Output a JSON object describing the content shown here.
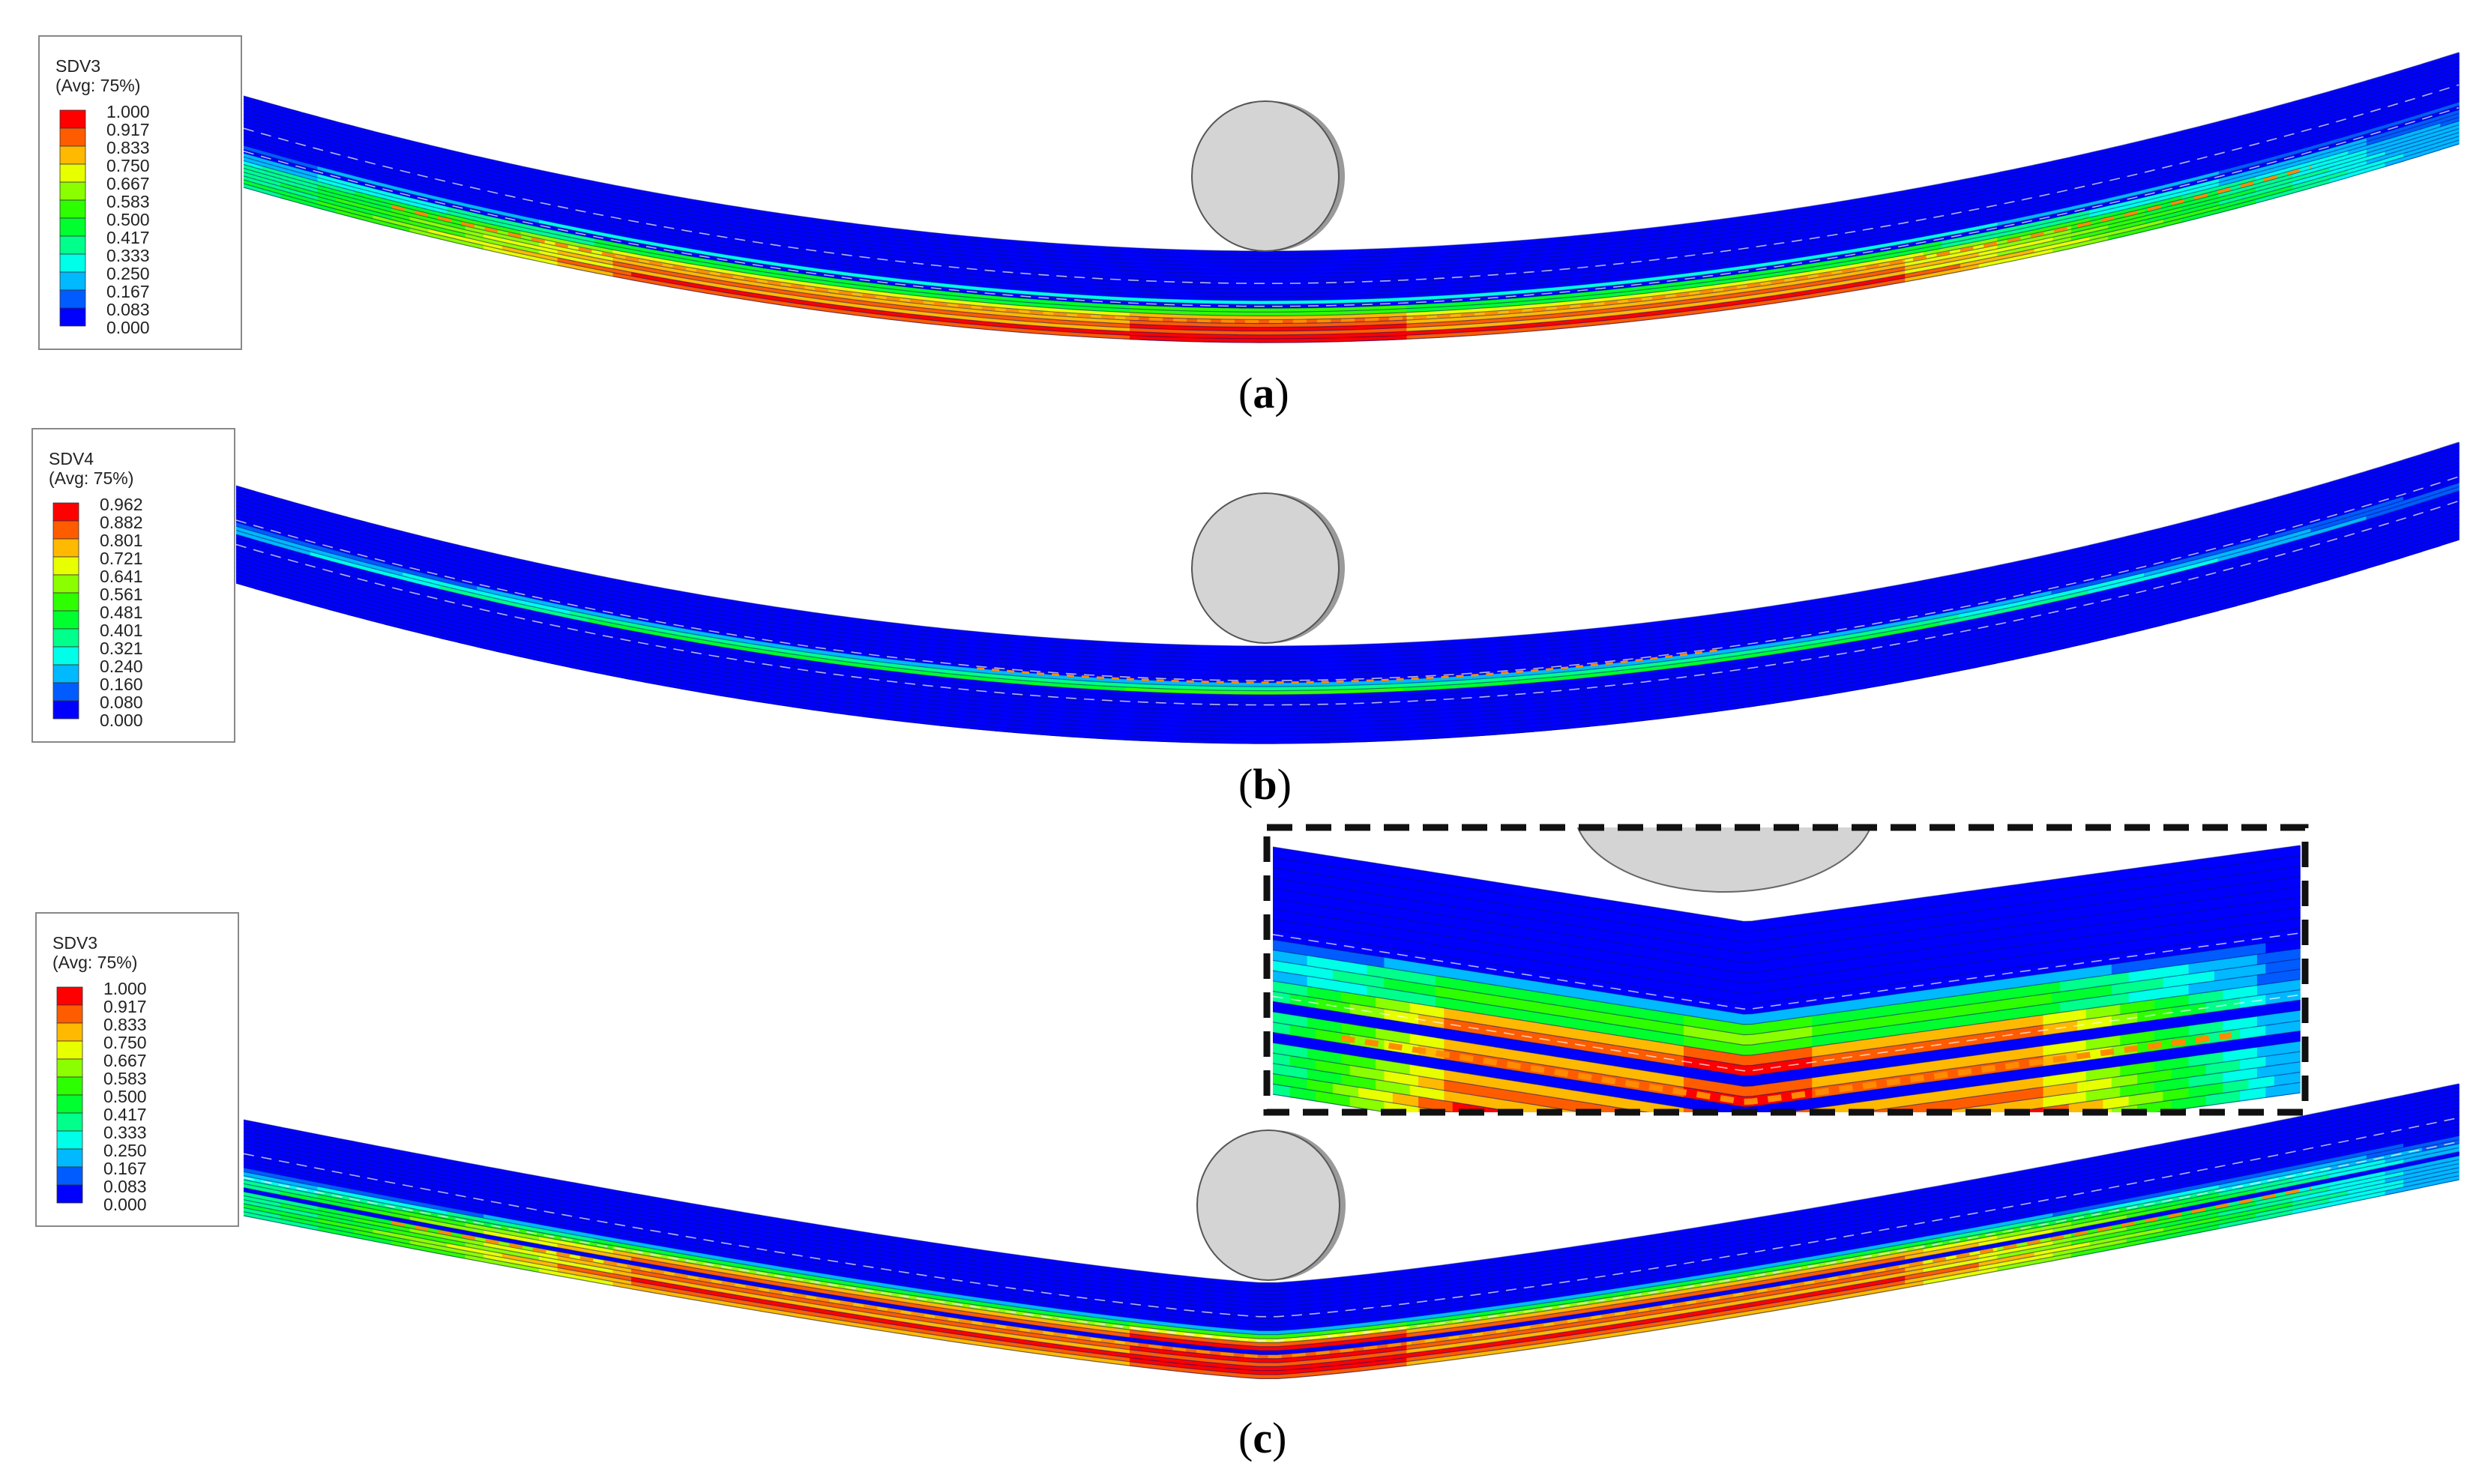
{
  "colormap": [
    "#0000ff",
    "#005cff",
    "#00b9ff",
    "#00ffe8",
    "#00ff8b",
    "#00ff2e",
    "#2eff00",
    "#8bff00",
    "#e8ff00",
    "#ffb900",
    "#ff5c00",
    "#ff0000"
  ],
  "colors": {
    "lamina_low": "#0a1ac8",
    "lamina_line": "#061078",
    "impactor": "#d4d4d4",
    "impactor_edge": "#555555",
    "zoom_frame": "#111111"
  },
  "panels": [
    {
      "id": "a",
      "caption": "a",
      "legend": {
        "title": "SDV3",
        "subtitle": "(Avg: 75%)",
        "ticks": [
          "1.000",
          "0.917",
          "0.833",
          "0.750",
          "0.667",
          "0.583",
          "0.500",
          "0.417",
          "0.333",
          "0.250",
          "0.167",
          "0.083",
          "0.000"
        ]
      }
    },
    {
      "id": "b",
      "caption": "b",
      "legend": {
        "title": "SDV4",
        "subtitle": "(Avg: 75%)",
        "ticks": [
          "0.962",
          "0.882",
          "0.801",
          "0.721",
          "0.641",
          "0.561",
          "0.481",
          "0.401",
          "0.321",
          "0.240",
          "0.160",
          "0.080",
          "0.000"
        ]
      }
    },
    {
      "id": "c",
      "caption": "c",
      "legend": {
        "title": "SDV3",
        "subtitle": "(Avg: 75%)",
        "ticks": [
          "1.000",
          "0.917",
          "0.833",
          "0.750",
          "0.667",
          "0.583",
          "0.500",
          "0.417",
          "0.333",
          "0.250",
          "0.167",
          "0.083",
          "0.000"
        ]
      }
    }
  ]
}
